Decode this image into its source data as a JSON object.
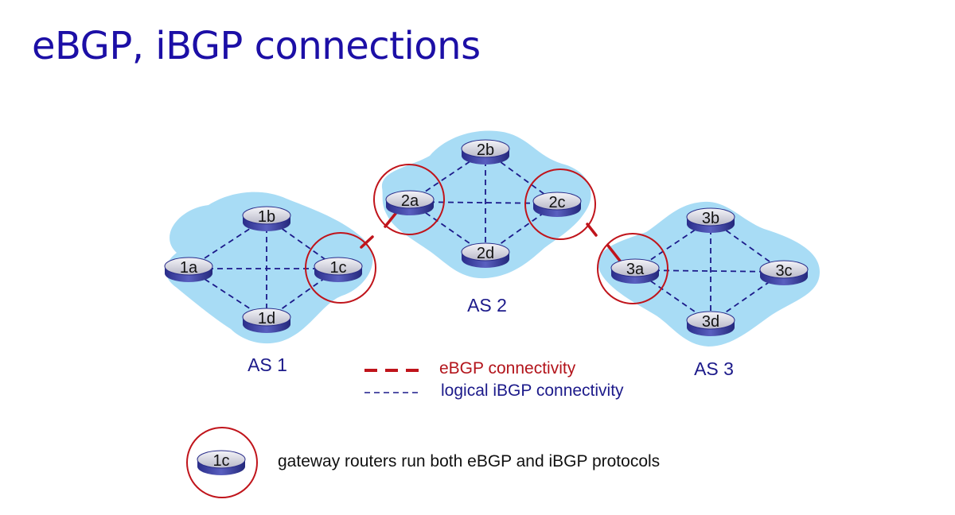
{
  "title": "eBGP, iBGP connections",
  "colors": {
    "title": "#1c0fa6",
    "cloud": "#a8dcf5",
    "ibgp_line": "#1c1a8a",
    "ebgp_line": "#c0141b",
    "gateway_circle": "#c0141b"
  },
  "autonomous_systems": [
    {
      "label": "AS 1",
      "routers": [
        "1a",
        "1b",
        "1c",
        "1d"
      ]
    },
    {
      "label": "AS 2",
      "routers": [
        "2a",
        "2b",
        "2c",
        "2d"
      ]
    },
    {
      "label": "AS 3",
      "routers": [
        "3a",
        "3b",
        "3c",
        "3d"
      ]
    }
  ],
  "routers": {
    "r1a": "1a",
    "r1b": "1b",
    "r1c": "1c",
    "r1d": "1d",
    "r2a": "2a",
    "r2b": "2b",
    "r2c": "2c",
    "r2d": "2d",
    "r3a": "3a",
    "r3b": "3b",
    "r3c": "3c",
    "r3d": "3d"
  },
  "gateway_routers": [
    "1c",
    "2a",
    "2c",
    "3a"
  ],
  "ebgp_links": [
    [
      "1c",
      "2a"
    ],
    [
      "2c",
      "3a"
    ]
  ],
  "legend": {
    "ebgp": "eBGP connectivity",
    "ibgp": "logical iBGP connectivity"
  },
  "note": {
    "router": "1c",
    "text": "gateway routers run both eBGP and iBGP protocols"
  }
}
